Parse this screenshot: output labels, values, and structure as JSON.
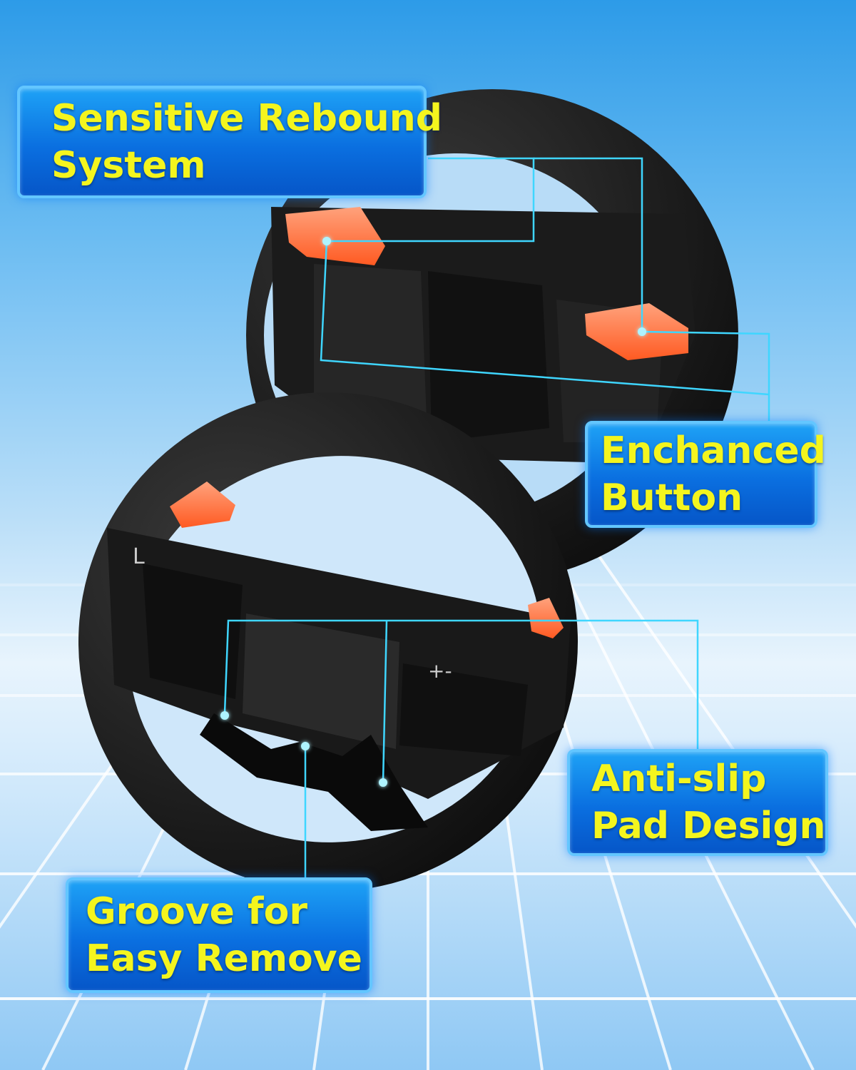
{
  "callouts": {
    "rebound": {
      "line1": "Sensitive Rebound",
      "line2": "System"
    },
    "button": {
      "line1": "Enchanced",
      "line2": "Button"
    },
    "antislip": {
      "line1": "Anti-slip",
      "line2": "Pad Design"
    },
    "groove": {
      "line1": "Groove for",
      "line2": "Easy Remove"
    }
  },
  "wheel_markings": {
    "left": "L",
    "plus_minus": "+-"
  },
  "colors": {
    "label_text": "#f4f51e",
    "label_fill": "#0a6fe0",
    "label_border": "#63c6ff",
    "leader_line": "#3fd6ff",
    "wheel_body": "#141414",
    "trigger": "#ff6a3d"
  }
}
